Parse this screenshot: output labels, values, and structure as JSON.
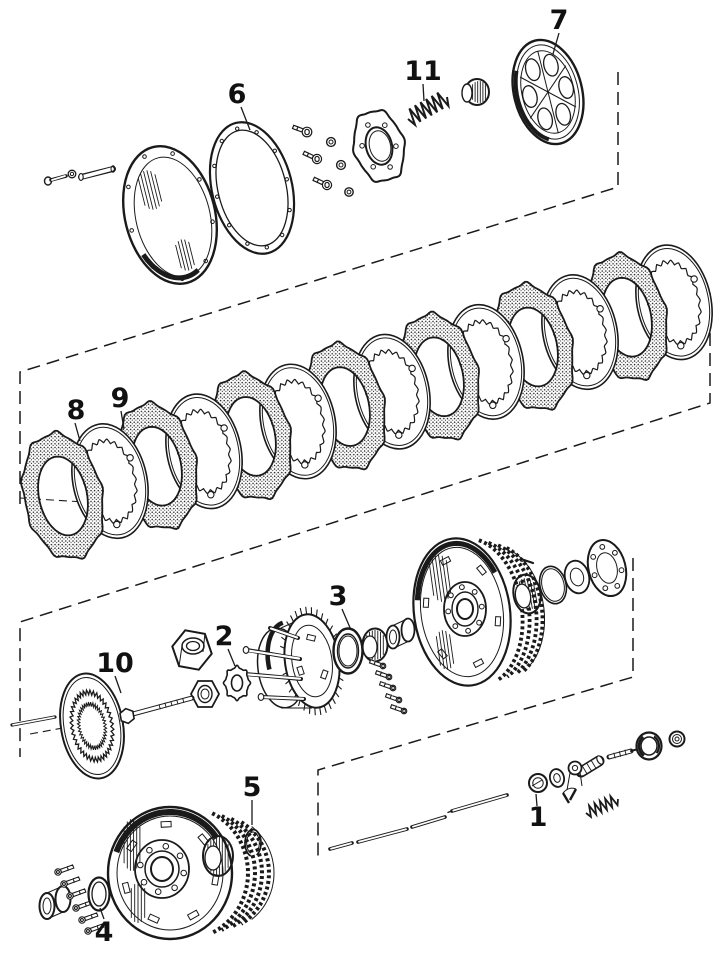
{
  "figure": {
    "kind": "exploded-parts-diagram",
    "subject": "clutch assembly",
    "background_color": "#ffffff",
    "ink_color": "#1a1a1a"
  },
  "callouts": [
    {
      "number": "1",
      "part": "adjuster-nut"
    },
    {
      "number": "2",
      "part": "lock-washer"
    },
    {
      "number": "3",
      "part": "seal-ring"
    },
    {
      "number": "4",
      "part": "oil-seal"
    },
    {
      "number": "5",
      "part": "snap-ring"
    },
    {
      "number": "6",
      "part": "cover-gasket"
    },
    {
      "number": "7",
      "part": "pressure-plate"
    },
    {
      "number": "8",
      "part": "friction-disc"
    },
    {
      "number": "9",
      "part": "steel-drive-plate"
    },
    {
      "number": "10",
      "part": "releasing-disc"
    },
    {
      "number": "11",
      "part": "clutch-spring"
    }
  ],
  "stack": {
    "friction_disc_count": 7,
    "steel_plate_count": 7
  }
}
